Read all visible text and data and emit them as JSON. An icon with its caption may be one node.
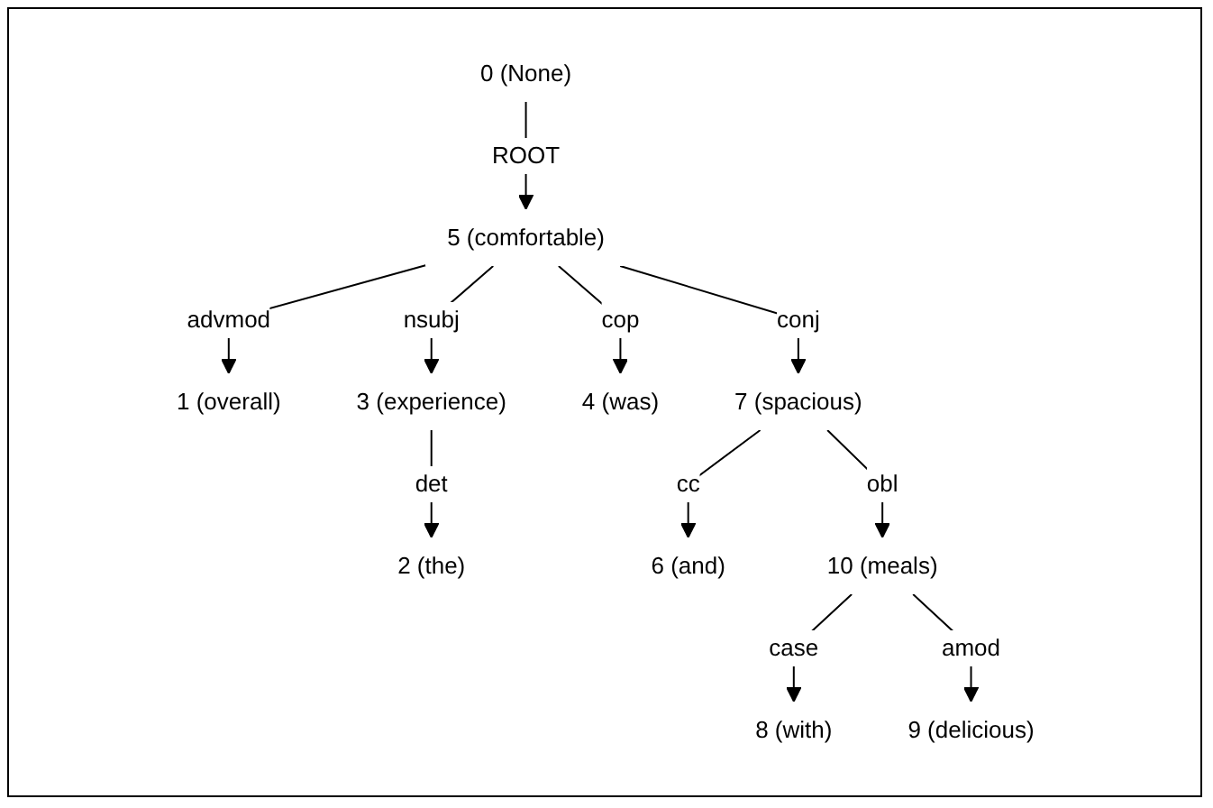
{
  "diagram": {
    "nodes": [
      {
        "text": [
          "0 (None)"
        ]
      },
      {
        "text": [
          "5 (comfortable)"
        ]
      },
      {
        "text": [
          "1 (overall)"
        ]
      },
      {
        "text": [
          "3 (experience)"
        ]
      },
      {
        "text": [
          "4 (was)"
        ]
      },
      {
        "text": [
          "7 (spacious)"
        ]
      },
      {
        "text": [
          "2 (the)"
        ]
      },
      {
        "text": [
          "6 (and)"
        ]
      },
      {
        "text": [
          "10 (meals)"
        ]
      },
      {
        "text": [
          "8 (with)"
        ]
      },
      {
        "text": [
          "9 (delicious)"
        ]
      }
    ],
    "edges": [
      {
        "from": 0,
        "to": 1,
        "arrow": "to",
        "label": "ROOT"
      },
      {
        "from": 1,
        "to": 2,
        "arrow": "to",
        "label": "advmod"
      },
      {
        "from": 1,
        "to": 3,
        "arrow": "to",
        "label": "nsubj"
      },
      {
        "from": 1,
        "to": 4,
        "arrow": "to",
        "label": "cop"
      },
      {
        "from": 1,
        "to": 5,
        "arrow": "to",
        "label": "conj"
      },
      {
        "from": 3,
        "to": 6,
        "arrow": "to",
        "label": "det"
      },
      {
        "from": 5,
        "to": 7,
        "arrow": "to",
        "label": "cc"
      },
      {
        "from": 5,
        "to": 8,
        "arrow": "to",
        "label": "obl"
      },
      {
        "from": 8,
        "to": 9,
        "arrow": "to",
        "label": "case"
      },
      {
        "from": 8,
        "to": 10,
        "arrow": "to",
        "label": "amod"
      }
    ]
  }
}
